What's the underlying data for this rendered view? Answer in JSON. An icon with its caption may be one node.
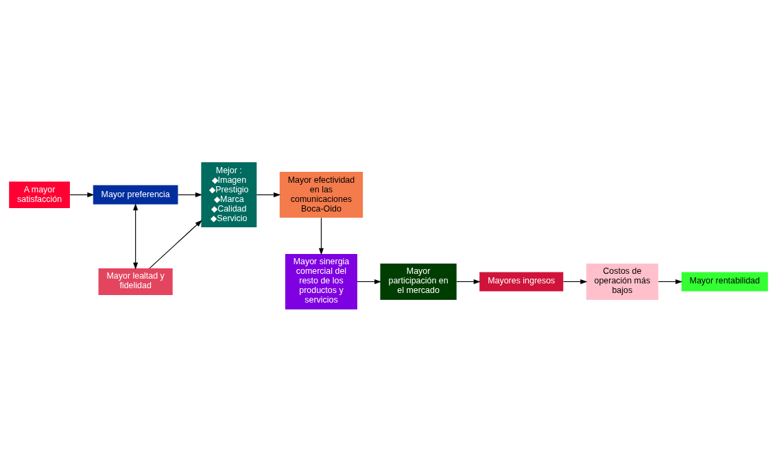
{
  "diagram": {
    "nodes": [
      {
        "text": [
          "A mayor satisfacción"
        ]
      },
      {
        "text": [
          "Mayor preferencia"
        ]
      },
      {
        "text": [
          "Mayor lealtad y fidelidad"
        ]
      },
      {
        "text": [
          "Mejor :",
          "◆Imagen",
          "◆Prestigio",
          "◆Marca",
          "◆Calidad",
          "◆Servicio"
        ]
      },
      {
        "text": [
          "Mayor efectividad en las comunicaciones Boca-Oido"
        ]
      },
      {
        "text": [
          "Mayor sinergia comercial del resto de los productos y servicios"
        ]
      },
      {
        "text": [
          "Mayor participación en el mercado"
        ]
      },
      {
        "text": [
          "Mayores ingresos"
        ]
      },
      {
        "text": [
          "Costos de operación más bajos"
        ]
      },
      {
        "text": [
          "Mayor rentabilidad"
        ]
      }
    ],
    "edges": [
      {
        "from": 0,
        "to": 1,
        "arrow": "to"
      },
      {
        "from": 1,
        "to": 3,
        "arrow": "to"
      },
      {
        "from": 1,
        "to": 2,
        "arrow": "both"
      },
      {
        "from": 2,
        "to": 3,
        "arrow": "to"
      },
      {
        "from": 3,
        "to": 4,
        "arrow": "to"
      },
      {
        "from": 4,
        "to": 5,
        "arrow": "to"
      },
      {
        "from": 5,
        "to": 6,
        "arrow": "to"
      },
      {
        "from": 6,
        "to": 7,
        "arrow": "to"
      },
      {
        "from": 7,
        "to": 8,
        "arrow": "to"
      },
      {
        "from": 8,
        "to": 9,
        "arrow": "to"
      }
    ]
  }
}
